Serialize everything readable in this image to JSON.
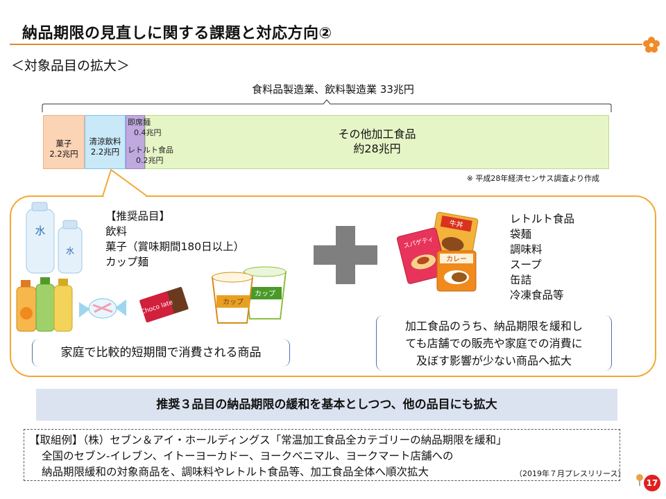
{
  "title": "納品期限の見直しに関する課題と対応方向②",
  "subtitle": "＜対象品目の拡大＞",
  "total": {
    "label": "食料品製造業、飲料製造業 33兆円"
  },
  "segments": {
    "kashi": {
      "name": "菓子",
      "value": "2.2兆円"
    },
    "drink": {
      "name": "清涼飲料",
      "value": "2.2兆円"
    },
    "ramen": {
      "name": "即席麺",
      "value": "0.4兆円"
    },
    "retort": {
      "name": "レトルト食品",
      "value": "0.2兆円"
    },
    "other": {
      "name": "その他加工食品",
      "value": "約28兆円"
    }
  },
  "source_note": "※ 平成28年経済センサス調査より作成",
  "recommended": {
    "heading": "【推奨品目】",
    "items": [
      "飲料",
      "菓子（賞味期間180日以上）",
      "カップ麺"
    ]
  },
  "expanded_items": [
    "レトルト食品",
    "袋麺",
    "調味料",
    "スープ",
    "缶詰",
    "冷凍食品等"
  ],
  "left_note": "家庭で比較的短期間で消費される商品",
  "right_note": [
    "加工食品のうち、納品期限を緩和し",
    "ても店舗での販売や家庭での消費に",
    "及ぼす影響が少ない商品へ拡大"
  ],
  "image_labels": {
    "water": "水",
    "choco": "Choco late",
    "cup": "カップ",
    "cup2": "カップ",
    "gyudon": "牛丼",
    "spaghetti": "スパゲティ",
    "curry": "カレー"
  },
  "conclusion": "推奨３品目の納品期限の緩和を基本としつつ、他の品目にも拡大",
  "example": {
    "line1": "【取組例】（株）セブン＆アイ・ホールディングス「常温加工食品全カテゴリーの納品期限を緩和」",
    "line2": "全国のセブン-イレブン、イトーヨーカドー、ヨークベニマル、ヨークマート店舗への",
    "line3": "納品期限緩和の対象商品を、調味料やレトルト食品等、加工食品全体へ順次拡大",
    "note": "（2019年７月プレスリリース）"
  },
  "page_number": "17",
  "colors": {
    "accent": "#e08a2a",
    "callout_border": "#f4a733",
    "conclusion_bg": "#dbe3f0",
    "kashi": "#fbd3b5",
    "drink": "#c9e8f8",
    "ramen": "#bfa9de",
    "other": "#e6f5c6",
    "plus": "#7f7f7f"
  },
  "icons": [
    "plum-blossom-icon",
    "plus-icon",
    "pin-icon"
  ]
}
